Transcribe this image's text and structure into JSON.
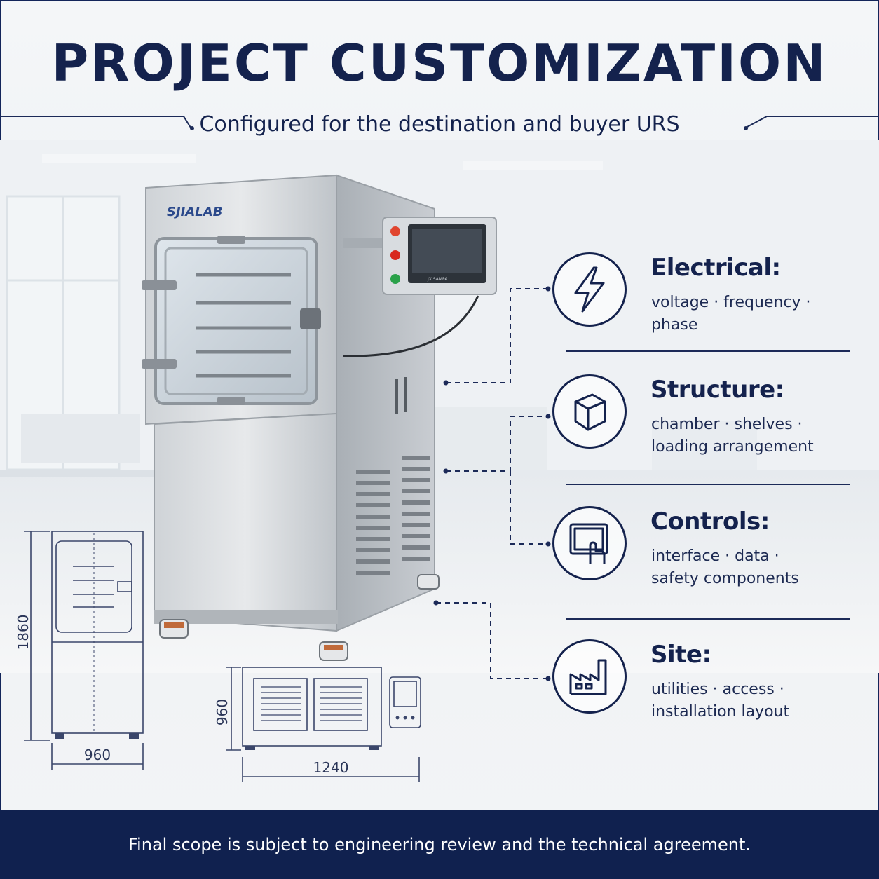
{
  "header": {
    "title": "PROJECT CUSTOMIZATION",
    "subtitle": "Configured for the destination and buyer URS"
  },
  "machine": {
    "brand": "SJIALAB",
    "panel_label": "JX SAMPA"
  },
  "features": [
    {
      "label": "Electrical:",
      "desc_lines": [
        "voltage · frequency · phase"
      ],
      "icon": "lightning-bolt-icon"
    },
    {
      "label": "Structure:",
      "desc_lines": [
        "chamber · shelves ·",
        "loading arrangement"
      ],
      "icon": "cube-icon"
    },
    {
      "label": "Controls:",
      "desc_lines": [
        "interface · data ·",
        "safety components"
      ],
      "icon": "touchscreen-hand-icon"
    },
    {
      "label": "Site:",
      "desc_lines": [
        "utilities · access ·",
        "installation layout"
      ],
      "icon": "factory-icon"
    }
  ],
  "drawings": {
    "front_height": "1860",
    "front_width": "960",
    "top_depth": "960",
    "top_width": "1240"
  },
  "footer": {
    "note": "Final scope is subject to engineering review and the technical agreement."
  },
  "colors": {
    "navy": "#14224d",
    "footer_bg": "#10214f",
    "steel": "#b9bec4"
  }
}
